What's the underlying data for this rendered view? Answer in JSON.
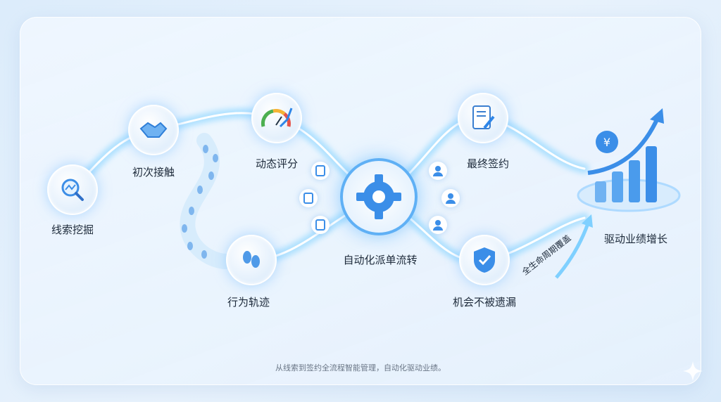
{
  "nodes": {
    "lead_mining": "线索挖掘",
    "first_contact": "初次接触",
    "dynamic_scoring": "动态评分",
    "behavior_track": "行为轨迹",
    "auto_dispatch": "自动化派单流转",
    "final_signing": "最终签约",
    "no_missed_opportunity": "机会不被遗漏",
    "drive_growth": "驱动业绩增长"
  },
  "arc_label": "全生命周期覆盖",
  "footer": "从线索到签约全流程智能管理，自动化驱动业绩。",
  "currency_symbol": "¥",
  "colors": {
    "accent": "#2f86e8",
    "glow": "#8fd0ff"
  }
}
